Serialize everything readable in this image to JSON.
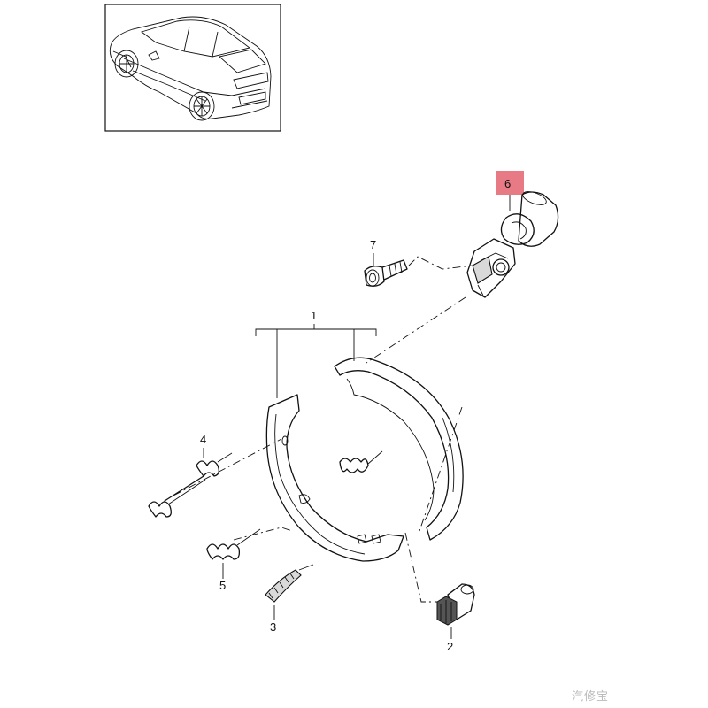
{
  "callouts": {
    "c1": "1",
    "c2": "2",
    "c3": "3",
    "c4": "4",
    "c5": "5",
    "c6": "6",
    "c7": "7"
  },
  "highlight_color": "#e87a85",
  "watermark": "汽修宝"
}
